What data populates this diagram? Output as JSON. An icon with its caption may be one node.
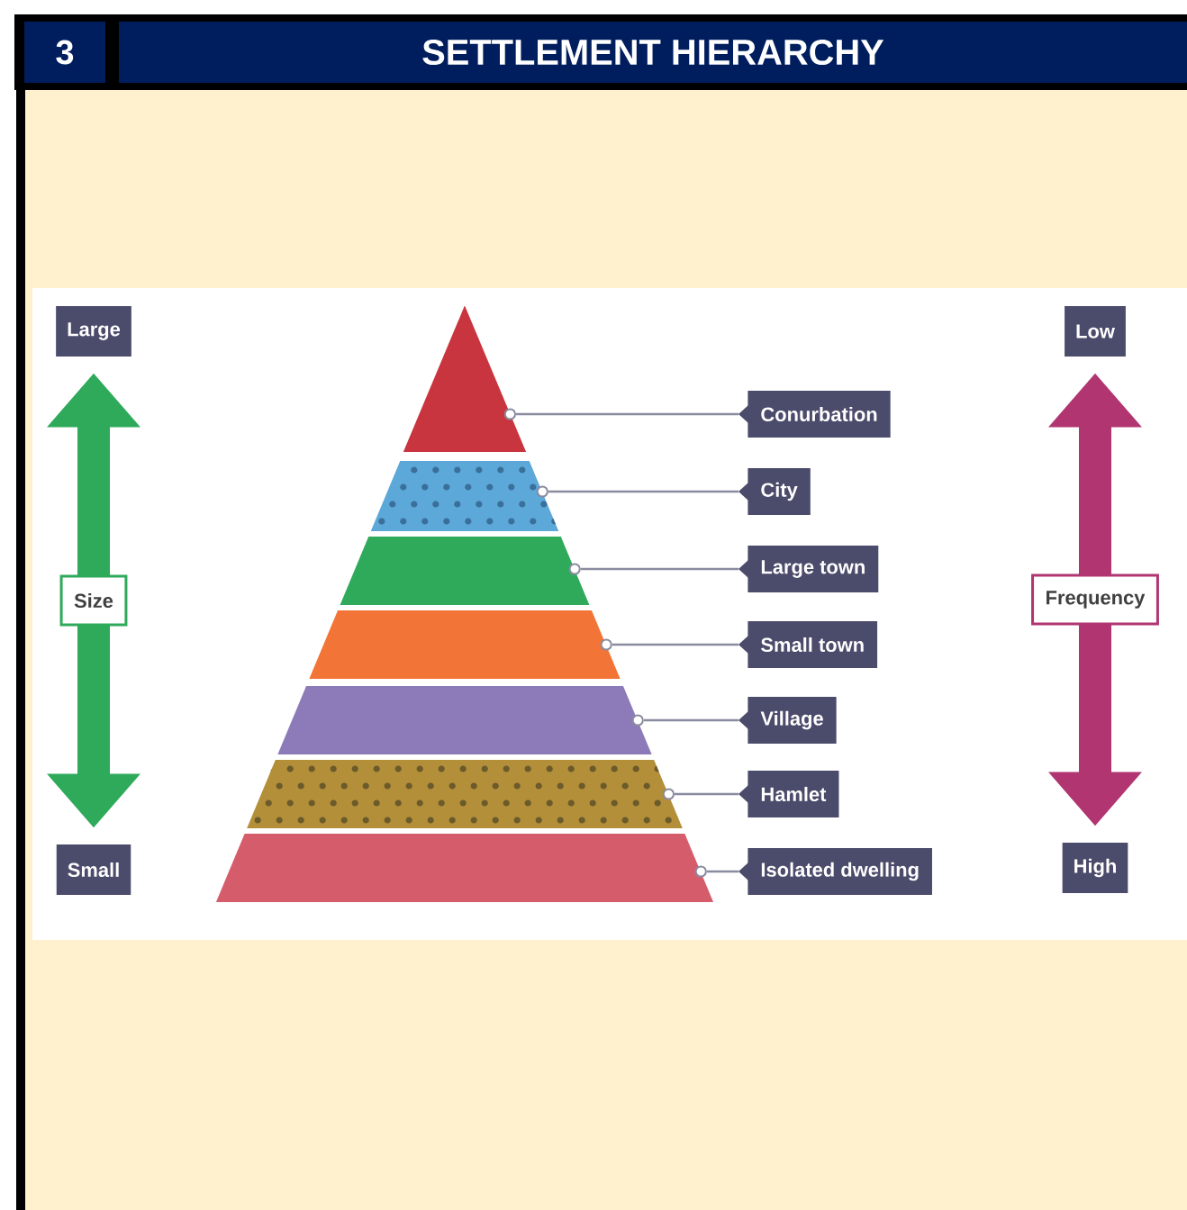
{
  "diagram": {
    "title": "SETTLEMENT HIERARCHY",
    "nodes": [
      {
        "text": [
          "Large"
        ]
      },
      {
        "text": [
          "Small"
        ]
      },
      {
        "text": [],
        "shape": "triangle"
      },
      {
        "text": [],
        "shape": "band"
      },
      {
        "text": [],
        "shape": "band"
      },
      {
        "text": [],
        "shape": "band"
      },
      {
        "text": [],
        "shape": "band"
      },
      {
        "text": [],
        "shape": "band"
      },
      {
        "text": [],
        "shape": "band"
      },
      {
        "text": [
          "Conurbation"
        ]
      },
      {
        "text": [
          "City"
        ]
      },
      {
        "text": [
          "Large town"
        ]
      },
      {
        "text": [
          "Small town"
        ]
      },
      {
        "text": [
          "Village"
        ]
      },
      {
        "text": [
          "Hamlet"
        ]
      },
      {
        "text": [
          "Isolated dwelling"
        ]
      },
      {
        "text": [
          "Low"
        ]
      },
      {
        "text": [
          "High"
        ]
      }
    ],
    "edges": [
      {
        "from": 9,
        "to": 2,
        "arrow": "none"
      },
      {
        "from": 10,
        "to": 3,
        "arrow": "none"
      },
      {
        "from": 11,
        "to": 4,
        "arrow": "none"
      },
      {
        "from": 12,
        "to": 5,
        "arrow": "none"
      },
      {
        "from": 13,
        "to": 6,
        "arrow": "none"
      },
      {
        "from": 14,
        "to": 7,
        "arrow": "none"
      },
      {
        "from": 15,
        "to": 8,
        "arrow": "none"
      },
      {
        "from": 0,
        "to": 1,
        "arrow": "both",
        "label": "Size",
        "style": "thick",
        "color": "#2eaa5a"
      },
      {
        "from": 16,
        "to": 17,
        "arrow": "both",
        "label": "Frequency",
        "style": "thick",
        "color": "#b03570"
      }
    ],
    "labels": [
      "3"
    ]
  }
}
